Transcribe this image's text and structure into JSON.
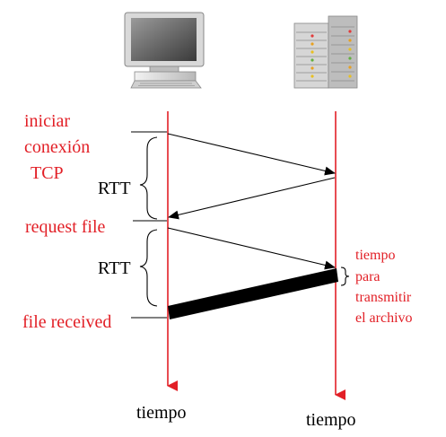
{
  "labels": {
    "client_steps": [
      "iniciar",
      "conexión",
      "TCP"
    ],
    "request": "request file",
    "received": "file received",
    "rtt_1": "RTT",
    "rtt_2": "RTT",
    "transmit": [
      "tiempo",
      "para",
      "transmitir",
      "el archivo"
    ],
    "time_client": "tiempo",
    "time_server": "tiempo"
  },
  "icons": {
    "client": "desktop-computer-icon",
    "server": "server-rack-icon"
  },
  "colors": {
    "timeline": "#e21f26",
    "annotation": "#e21f26",
    "arrow": "#000000"
  }
}
